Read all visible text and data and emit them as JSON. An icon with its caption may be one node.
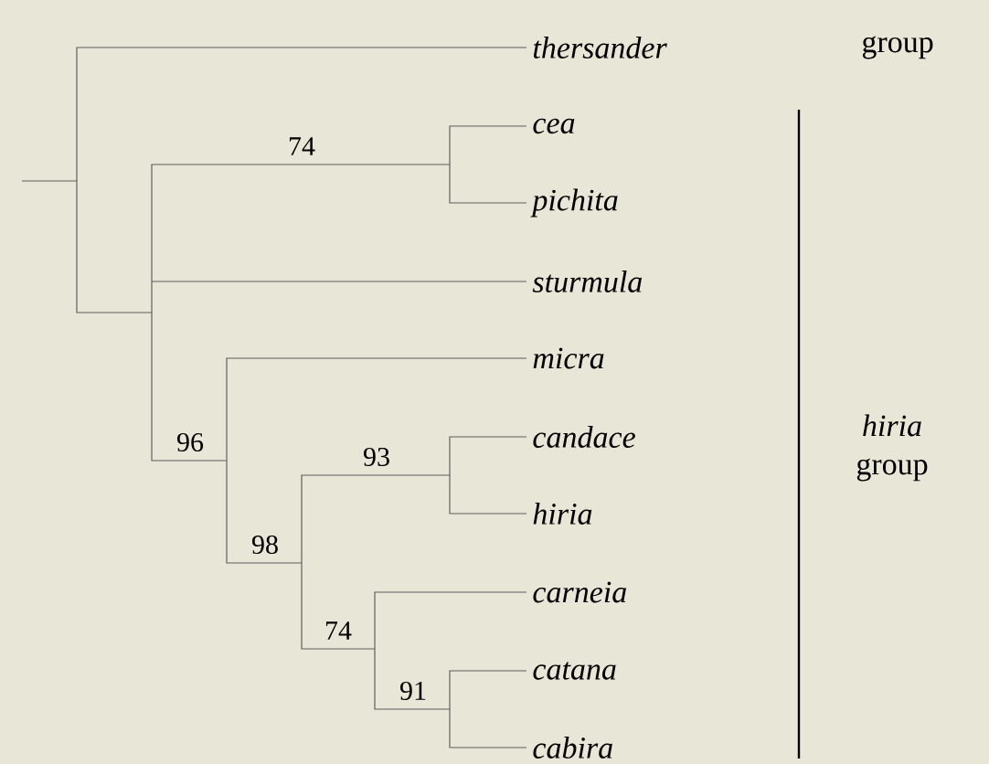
{
  "diagram": {
    "nodes": [
      {
        "text": [
          "thersander"
        ]
      },
      {
        "text": [
          "cea"
        ]
      },
      {
        "text": [
          "pichita"
        ]
      },
      {
        "text": [
          "sturmula"
        ]
      },
      {
        "text": [
          "micra"
        ]
      },
      {
        "text": [
          "candace"
        ]
      },
      {
        "text": [
          "hiria"
        ]
      },
      {
        "text": [
          "carneia"
        ]
      },
      {
        "text": [
          "catana"
        ]
      },
      {
        "text": [
          "cabira"
        ]
      }
    ],
    "labels": [
      "group",
      "74",
      "96",
      "*hiria* group",
      "93",
      "98",
      "74",
      "91"
    ]
  }
}
